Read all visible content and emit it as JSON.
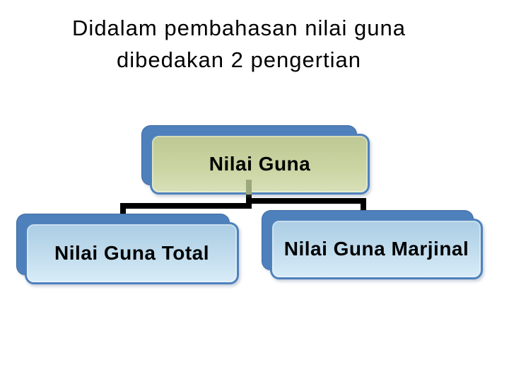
{
  "slide": {
    "title_lines": [
      "Didalam pembahasan nilai guna",
      "dibedakan 2 pengertian"
    ]
  },
  "diagram": {
    "type": "hierarchy",
    "root": {
      "label": "Nilai Guna"
    },
    "children": [
      {
        "label": "Nilai Guna Total"
      },
      {
        "label": "Nilai Guna Marjinal"
      }
    ]
  },
  "colors": {
    "background": "#ffffff",
    "title_color": "#000000",
    "node_text_color": "#000000",
    "back_box_blue": "#4e80bc",
    "border_blue": "#4f81bd",
    "green_fill_top": "#bdc994",
    "green_fill_mid": "#c9d4a2",
    "green_fill_bottom": "#d8e0b8",
    "blue_fill_top": "#abcde4",
    "blue_fill_mid": "#c2ddee",
    "blue_fill_bottom": "#d8ecf7",
    "connector_black": "#000000",
    "connector_through_fill": "#9aa87b"
  }
}
